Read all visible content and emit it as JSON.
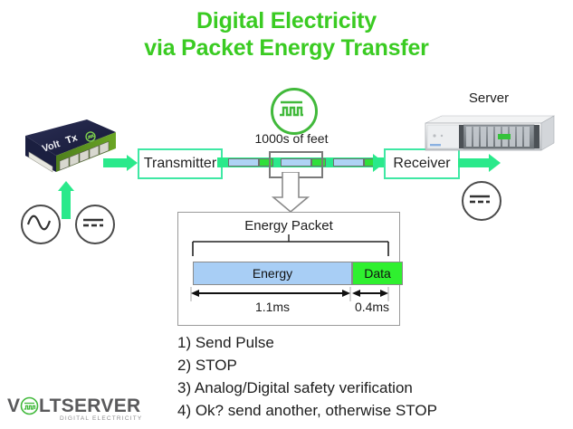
{
  "title": {
    "line1": "Digital Electricity",
    "line2": "via Packet Energy Transfer",
    "color": "#3ACB22"
  },
  "diagram": {
    "source_device": {
      "name": "VoltTx",
      "brand_text": "Volt",
      "model_text": "Tx"
    },
    "transmitter_label": "Transmitter",
    "receiver_label": "Receiver",
    "distance_label": "1000s of feet",
    "server_label": "Server",
    "power_symbols": {
      "ac": "AC sine wave symbol",
      "dc_in": "DC symbol",
      "dc_out": "DC symbol"
    },
    "pulse_icon_label": "digital pulse train"
  },
  "packet": {
    "title": "Energy Packet",
    "energy_label": "Energy",
    "data_label": "Data",
    "energy_duration": "1.1ms",
    "data_duration": "0.4ms",
    "energy_color": "#A8CEF5",
    "data_color": "#2FF02F"
  },
  "steps": [
    "1) Send Pulse",
    "2) STOP",
    "3) Analog/Digital safety verification",
    "4) Ok? send another, otherwise STOP"
  ],
  "logo": {
    "text_left": "V",
    "text_right": "LTSERVER",
    "tagline": "DIGITAL ELECTRICITY",
    "accent_color": "#41B93B"
  },
  "colors": {
    "flow_green": "#2AE98B",
    "node_border": "#3FE8A4",
    "title_green": "#3ACB22",
    "icon_green": "#41B93B"
  }
}
